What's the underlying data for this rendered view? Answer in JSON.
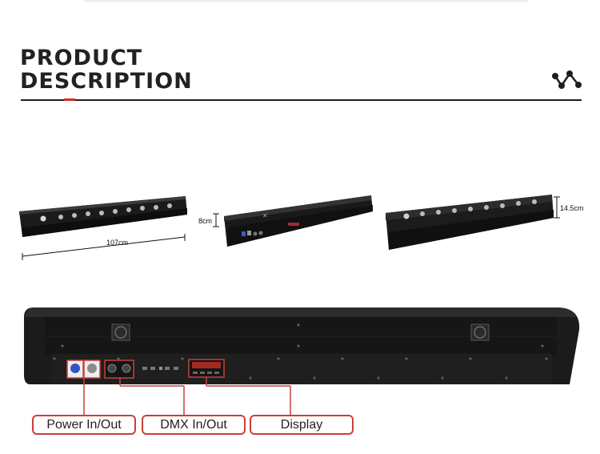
{
  "header": {
    "title_line1": "PRODUCT",
    "title_line2": "DESCRIPTION",
    "icon": "share-icon",
    "accent_color": "#e0261f"
  },
  "dimensions": {
    "length_label": "107cm",
    "depth_label": "8cm",
    "height_label": "14.5cm"
  },
  "callouts": {
    "power": "Power In/Out",
    "dmx": "DMX In/Out",
    "display": "Display"
  },
  "colors": {
    "callout_border": "#c9403a",
    "fixture_body": "#1b1b1b"
  }
}
